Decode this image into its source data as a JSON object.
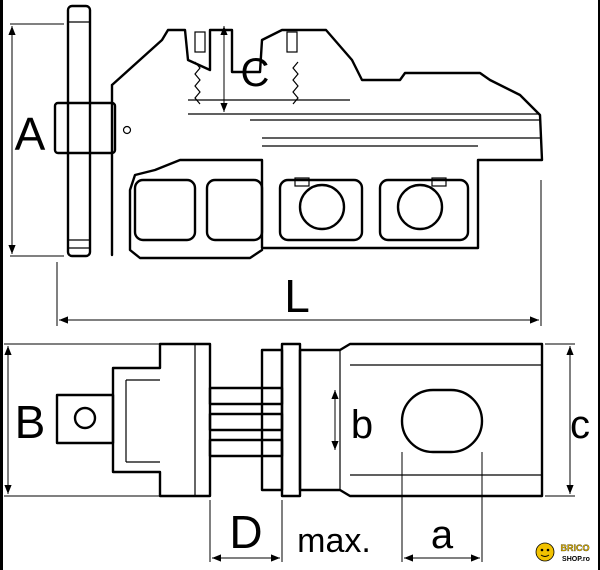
{
  "labels": {
    "A": "A",
    "B": "B",
    "C_jaw": "C",
    "L": "L",
    "b": "b",
    "c": "c",
    "D": "D",
    "max": "max.",
    "a": "a"
  },
  "logo": {
    "line1": "BRICO",
    "line2": "SHOP.ro"
  },
  "colors": {
    "ink": "#000000",
    "background": "#ffffff",
    "logo_yellow": "#f2c200"
  }
}
